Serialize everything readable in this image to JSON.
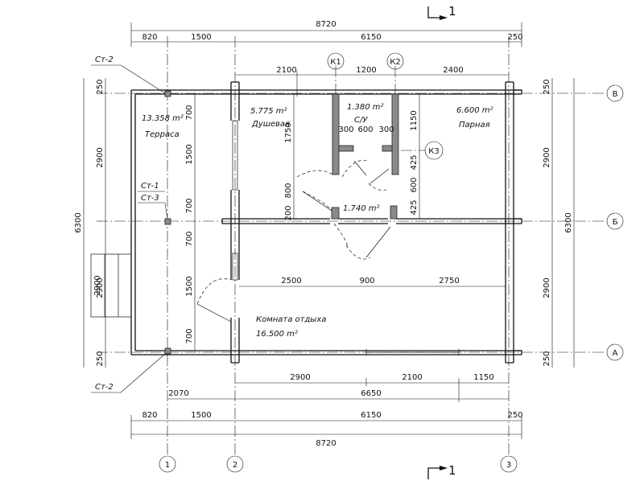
{
  "dims": {
    "total_top": "8720",
    "total_bottom": "8720",
    "row_top": [
      "820",
      "1500",
      "6150",
      "250"
    ],
    "row_bottom": [
      "820",
      "1500",
      "6150",
      "250"
    ],
    "inner_top": [
      "2100",
      "1200",
      "2400"
    ],
    "inner_mid": [
      "2500",
      "900",
      "2750"
    ],
    "inner_bottom": [
      "2900",
      "2100",
      "1150"
    ],
    "overall_6650": "6650",
    "overall_2070": "2070",
    "left_side": [
      "250",
      "2900",
      "6300",
      "2900",
      "250"
    ],
    "steps": "2900",
    "terrace_side": [
      "700",
      "1500",
      "700",
      "700",
      "1500",
      "700"
    ],
    "shower_side": [
      "1750",
      "800",
      "200"
    ],
    "bath_small": [
      "300",
      "600",
      "300"
    ],
    "sauna_side": [
      "1150",
      "425",
      "600",
      "425"
    ],
    "right_side": [
      "250",
      "2900",
      "6300",
      "2900",
      "250"
    ]
  },
  "rooms": [
    {
      "area": "13.358 m²",
      "name": "Терраса"
    },
    {
      "area": "5.775 m²",
      "name": "Душевая"
    },
    {
      "area": "1.380 m²",
      "name": "С/У"
    },
    {
      "area": "6.600 m²",
      "name": "Парная"
    },
    {
      "area": "1.740 m²",
      "name": ""
    },
    {
      "area": "16.500 m²",
      "name": "Комната отдыха"
    }
  ],
  "columns": [
    "Ст-2",
    "Ст-1",
    "Ст-3",
    "Ст-2"
  ],
  "axes": {
    "bottom": [
      "1",
      "2",
      "3"
    ],
    "right": [
      "В",
      "Б",
      "А"
    ],
    "top": [
      "К1",
      "К2"
    ],
    "side": "К3"
  },
  "section": {
    "top": "1",
    "bottom": "1"
  }
}
